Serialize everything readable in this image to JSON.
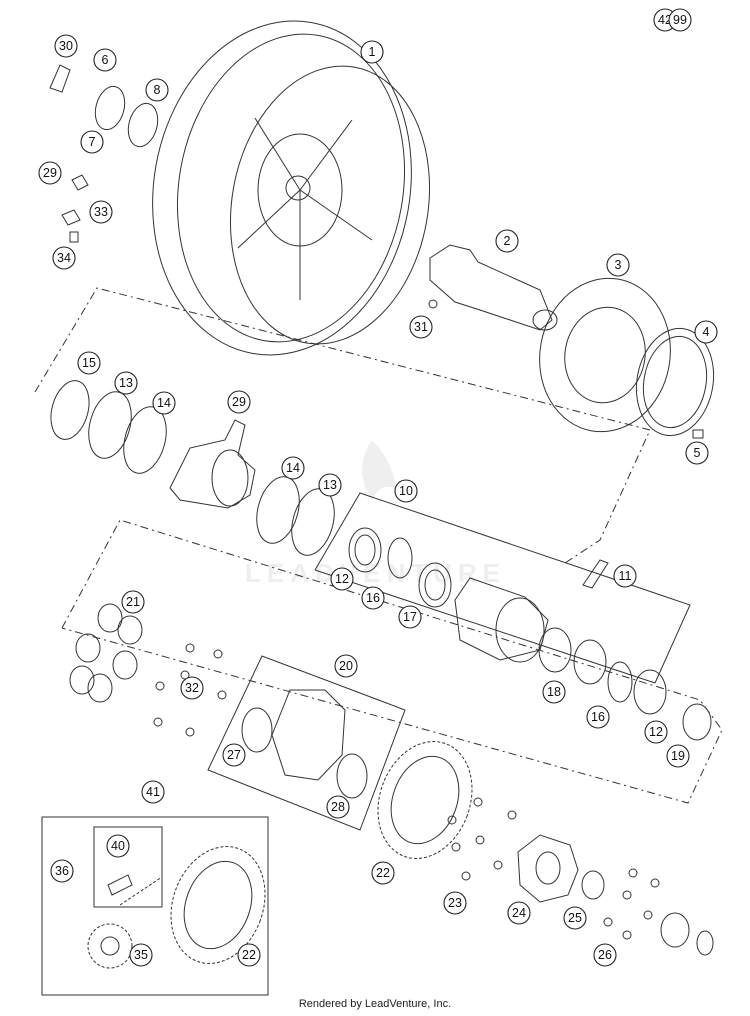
{
  "diagram": {
    "watermark": "LEADVENTURE",
    "footer": "Rendered by LeadVenture, Inc.",
    "callouts": [
      "1",
      "2",
      "3",
      "4",
      "5",
      "6",
      "7",
      "8",
      "10",
      "11",
      "12",
      "12",
      "13",
      "13",
      "14",
      "14",
      "15",
      "16",
      "16",
      "17",
      "18",
      "19",
      "20",
      "21",
      "22",
      "22",
      "23",
      "24",
      "25",
      "26",
      "27",
      "28",
      "29",
      "29",
      "30",
      "31",
      "32",
      "33",
      "34",
      "35",
      "36",
      "40",
      "41",
      "42",
      "99"
    ]
  }
}
